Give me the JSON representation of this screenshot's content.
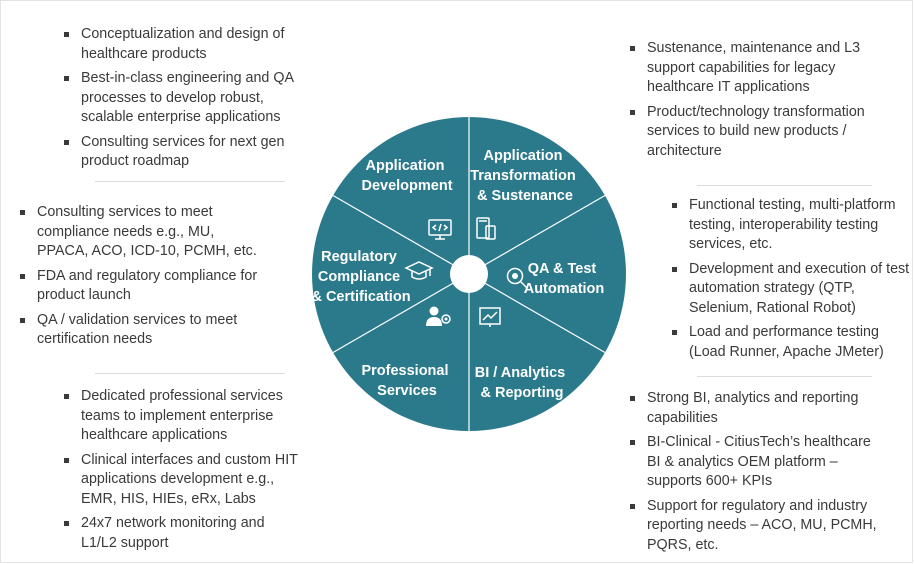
{
  "segments": [
    {
      "label_lines": [
        "Application",
        "Transformation",
        "& Sustenance"
      ],
      "icon": "mobile-devices-icon"
    },
    {
      "label_lines": [
        "QA & Test",
        "Automation"
      ],
      "icon": "magnifier-bug-icon"
    },
    {
      "label_lines": [
        "BI / Analytics",
        "& Reporting"
      ],
      "icon": "chart-board-icon"
    },
    {
      "label_lines": [
        "Professional",
        "Services"
      ],
      "icon": "user-gear-icon"
    },
    {
      "label_lines": [
        "Regulatory",
        "Compliance",
        "& Certification"
      ],
      "icon": "graduation-cap-icon"
    },
    {
      "label_lines": [
        "Application",
        "Development"
      ],
      "icon": "code-monitor-icon"
    }
  ],
  "blocks": {
    "app_development": [
      "Conceptualization and design of healthcare products",
      "Best-in-class engineering and QA processes to develop robust, scalable enterprise applications",
      "Consulting services for next gen product roadmap"
    ],
    "regulatory": [
      "Consulting services to meet compliance needs e.g., MU, PPACA, ACO, ICD-10, PCMH, etc.",
      "FDA and regulatory compliance for product launch",
      "QA / validation services to meet certification needs"
    ],
    "professional_services": [
      "Dedicated professional services teams to implement enterprise healthcare applications",
      "Clinical interfaces and custom HIT applications development e.g., EMR, HIS, HIEs, eRx, Labs",
      "24x7 network monitoring and L1/L2 support"
    ],
    "transformation": [
      "Sustenance, maintenance and L3 support capabilities for legacy healthcare IT applications",
      "Product/technology transformation services to build new products / architecture"
    ],
    "qa_testing": [
      "Functional testing, multi-platform testing, interoperability testing services, etc.",
      "Development and execution of test automation strategy (QTP, Selenium, Rational Robot)",
      "Load and performance testing (Load Runner, Apache JMeter)"
    ],
    "bi_analytics": [
      "Strong BI, analytics and reporting capabilities",
      "BI-Clinical - CitiusTech’s healthcare BI & analytics OEM platform – supports 600+ KPIs",
      "Support for regulatory and industry reporting needs – ACO, MU, PCMH, PQRS, etc."
    ]
  },
  "colors": {
    "wheel": "#2b7a8c",
    "divider": "#ffffff",
    "text": "#3a3a3a",
    "separator": "#dcdcdc"
  }
}
